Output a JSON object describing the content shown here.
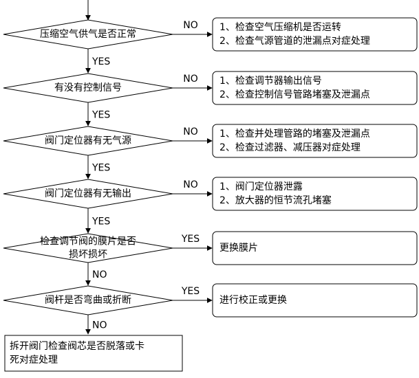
{
  "yes": "YES",
  "no": "NO",
  "steps": [
    {
      "question": [
        "压缩空气供气是否正常"
      ],
      "side_label": "NO",
      "action": [
        "1、检查空气压缩机是否运转",
        "2、检查气源管道的泄漏点对症处理"
      ],
      "down_label": "YES"
    },
    {
      "question": [
        "有没有控制信号"
      ],
      "side_label": "NO",
      "action": [
        "1、检查调节器输出信号",
        "2、检查控制信号管路堵塞及泄漏点"
      ],
      "down_label": "YES"
    },
    {
      "question": [
        "阀门定位器有无气源"
      ],
      "side_label": "NO",
      "action": [
        "1、检查并处理管路的堵塞及泄漏点",
        "2、检查过滤器、减压器对症处理"
      ],
      "down_label": "YES"
    },
    {
      "question": [
        "阀门定位器有无输出"
      ],
      "side_label": "NO",
      "action": [
        "1、阀门定位器泄露",
        "2、放大器的恒节流孔堵塞"
      ],
      "down_label": "YES"
    },
    {
      "question": [
        "检查调节阀的膜片是否",
        "损坏损坏"
      ],
      "side_label": "YES",
      "action": [
        "更换膜片"
      ],
      "down_label": "NO"
    },
    {
      "question": [
        "阀杆是否弯曲或折断"
      ],
      "side_label": "YES",
      "action": [
        "进行校正或更换"
      ],
      "down_label": "NO"
    }
  ],
  "final_box": [
    "拆开阀门检查阀芯是否脱落或卡",
    "死对症处理"
  ]
}
